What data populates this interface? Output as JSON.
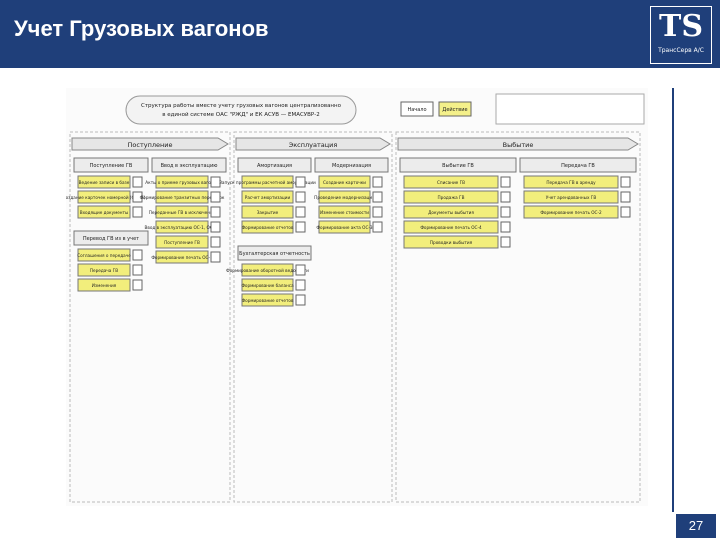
{
  "header": {
    "title": "Учет Грузовых вагонов"
  },
  "logo": {
    "mark": "TS",
    "text": "ТрансСерв А/С"
  },
  "page_number": "27",
  "diagram": {
    "title_lines": [
      "Структура работы вместе учету грузовых вагонов централизованно",
      "в единой системе ОАС \"РЖД\" и ЕК АСУВ — ЕМАСУВР-2"
    ],
    "legend": [
      "Начало",
      "Действие"
    ],
    "phases": [
      {
        "name": "Поступление",
        "sections": [
          {
            "head": "Поступление ГВ",
            "items": [
              "Ведение записи в базе",
              "Создание карточек номерной (ОЗОС)",
              "Входящие документы"
            ]
          },
          {
            "head": "Ввод в эксплуатацию",
            "items": [
              "Акты о приеме грузовых вагонов",
              "Формирование транзитных перевозок",
              "Переданные ГВ в исключение",
              "Ввод в эксплуатацию ОС-1, ОС-1б",
              "Поступление ГВ",
              "Формирование печать ОС-1"
            ]
          },
          {
            "head": "Перевод ГВ из в учет",
            "items": [
              "Соглашения о передаче",
              "Передача ГВ",
              "Изменения"
            ]
          }
        ]
      },
      {
        "name": "Эксплуатация",
        "sections": [
          {
            "head": "Амортизация",
            "items": [
              "Запуск программы расчетной амортизации",
              "Расчет амортизации",
              "Закрытие",
              "Формирование отчетов"
            ]
          },
          {
            "head": "Модернизация",
            "items": [
              "Создание карточки",
              "Проведение модернизации",
              "Изменение стоимости",
              "Формирование акта ОС-3"
            ]
          },
          {
            "head": "Бухгалтерская отчетность",
            "items": [
              "Формирование оборотной ведомости",
              "Формирование баланса",
              "Формирование отчетов"
            ]
          }
        ]
      },
      {
        "name": "Выбытие",
        "sections": [
          {
            "head": "Выбытие ГВ",
            "items": [
              "Списание ГВ",
              "Продажа ГВ",
              "Документы выбытия",
              "Формирование печать ОС-4",
              "Проводки выбытия"
            ]
          },
          {
            "head": "Передача ГВ",
            "items": [
              "Передача ГВ в аренду",
              "Учет арендованных ГВ",
              "Формирование печать ОС-2"
            ]
          }
        ]
      }
    ]
  }
}
